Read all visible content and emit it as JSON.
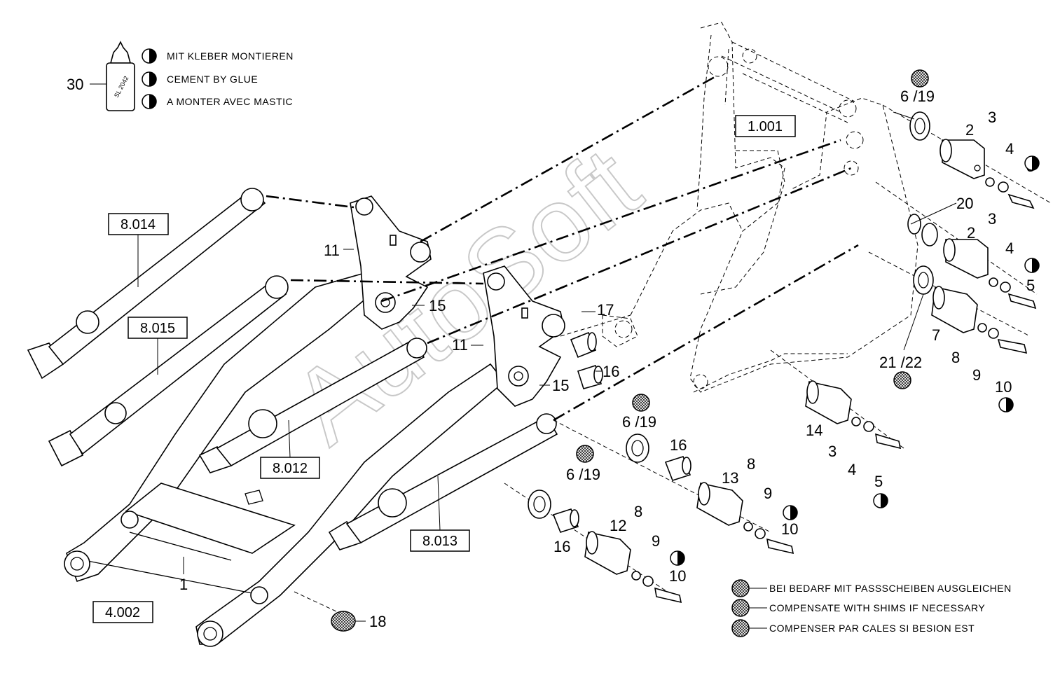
{
  "callouts": {
    "c1": "1",
    "c2a": "2",
    "c2b": "2",
    "c3a": "3",
    "c3b": "3",
    "c3c": "3",
    "c4a": "4",
    "c4b": "4",
    "c4c": "4",
    "c5a": "5",
    "c5b": "5",
    "c5c": "5",
    "c619a": "6 /19",
    "c619b": "6 /19",
    "c619c": "6 /19",
    "c7": "7",
    "c8a": "8",
    "c8b": "8",
    "c8c": "8",
    "c9a": "9",
    "c9b": "9",
    "c9c": "9",
    "c10a": "10",
    "c10b": "10",
    "c10c": "10",
    "c11a": "11",
    "c11b": "11",
    "c12": "12",
    "c13": "13",
    "c14": "14",
    "c15a": "15",
    "c15b": "15",
    "c16a": "16",
    "c16b": "16",
    "c16c": "16",
    "c17": "17",
    "c18": "18",
    "c20": "20",
    "c2122": "21 /22",
    "c30": "30"
  },
  "references": {
    "r8014": "8.014",
    "r8015": "8.015",
    "r8012": "8.012",
    "r8013": "8.013",
    "r1001": "1.001",
    "r4002": "4.002"
  },
  "glue_legend": {
    "tube_label": "SL 2042",
    "de": "MIT KLEBER MONTIEREN",
    "en": "CEMENT BY GLUE",
    "fr": "A MONTER AVEC MASTIC"
  },
  "shim_legend": {
    "de": "BEI BEDARF MIT PASSSCHEIBEN AUSGLEICHEN",
    "en": "COMPENSATE WITH SHIMS IF NECESSARY",
    "fr": "COMPENSER PAR CALES SI BESION EST"
  },
  "watermark": "AutoSoft"
}
